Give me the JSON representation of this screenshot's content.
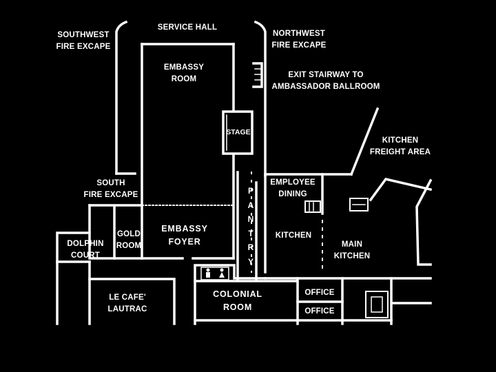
{
  "floor_plan": {
    "colors": {
      "background": "#000000",
      "walls": "#ffffff"
    },
    "labels": {
      "service_hall": "SERVICE HALL",
      "southwest_fire_escape": [
        "SOUTHWEST",
        "FIRE EXCAPE"
      ],
      "northwest_fire_escape": [
        "NORTHWEST",
        "FIRE EXCAPE"
      ],
      "embassy_room": [
        "EMBASSY",
        "ROOM"
      ],
      "exit_stairway": [
        "EXIT STAIRWAY TO",
        "AMBASSADOR BALLROOM"
      ],
      "stage": "STAGE",
      "kitchen_freight_area": [
        "KITCHEN",
        "FREIGHT AREA"
      ],
      "south_fire_escape": [
        "SOUTH",
        "FIRE EXCAPE"
      ],
      "employee_dining": [
        "EMPLOYEE",
        "DINING"
      ],
      "pantry": "PANTRY",
      "gold_room": [
        "GOLD",
        "ROOM"
      ],
      "embassy_foyer": [
        "EMBASSY",
        "FOYER"
      ],
      "kitchen": "KITCHEN",
      "main_kitchen": [
        "MAIN",
        "KITCHEN"
      ],
      "dolphin_court": [
        "DOLPHIN",
        "COURT"
      ],
      "le_cafe_lautrac": [
        "LE CAFE'",
        "LAUTRAC"
      ],
      "colonial_room": [
        "COLONIAL",
        "ROOM"
      ],
      "office_1": "OFFICE",
      "office_2": "OFFICE"
    }
  }
}
